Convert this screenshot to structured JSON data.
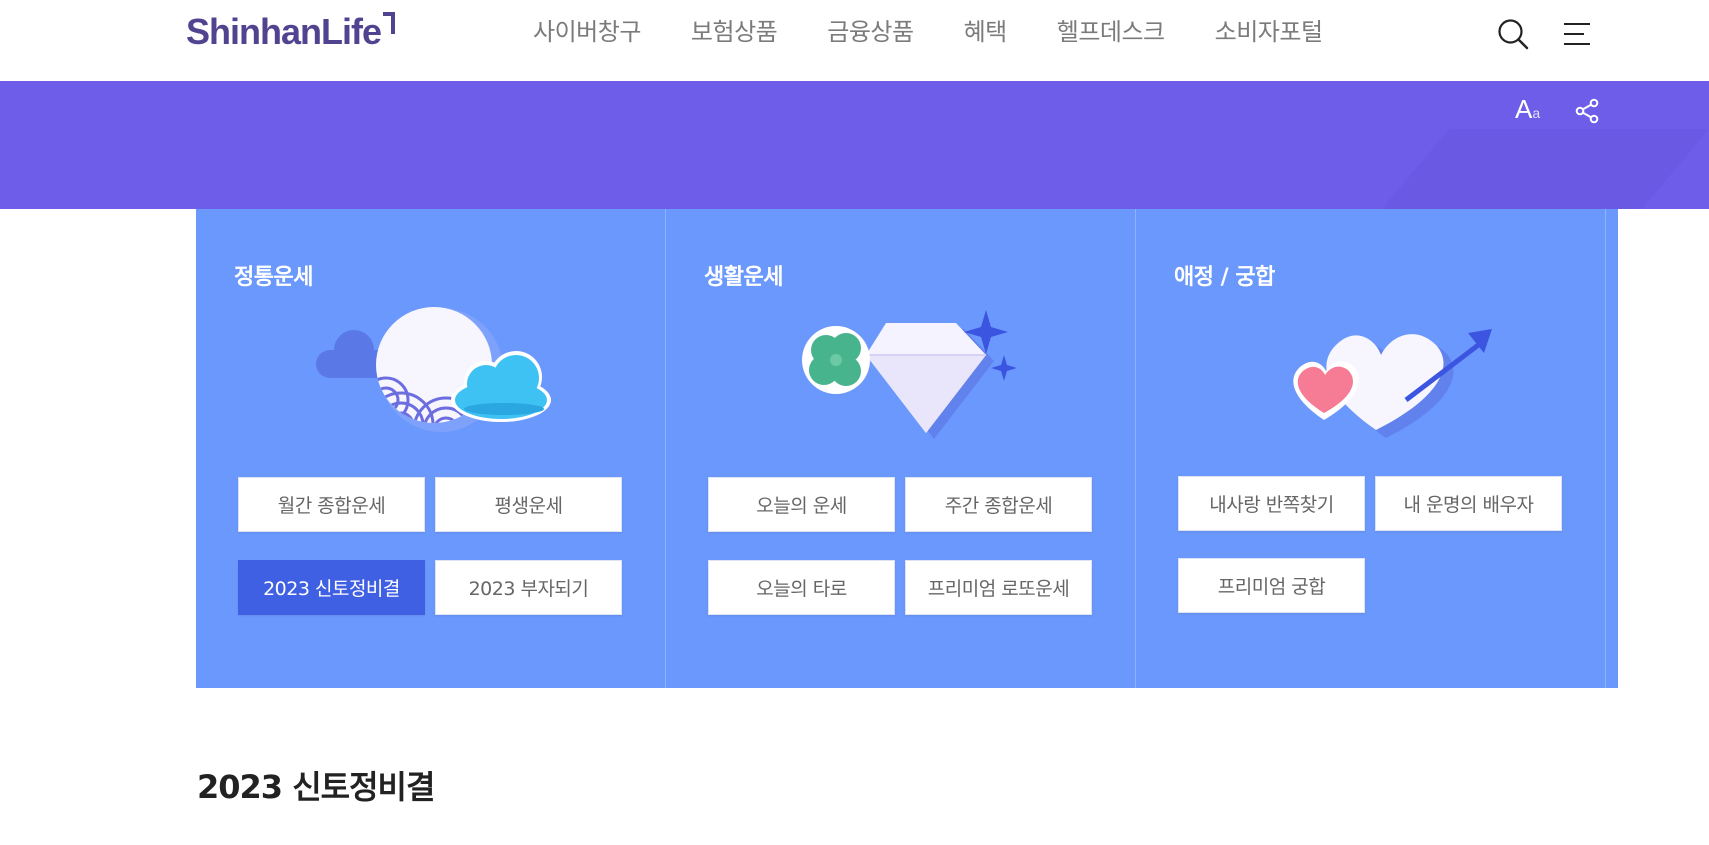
{
  "header": {
    "logo_text": "ShinhanLife",
    "nav": [
      "사이버창구",
      "보험상품",
      "금융상품",
      "혜택",
      "헬프데스크",
      "소비자포털"
    ],
    "search_icon": "search-icon",
    "menu_icon": "hamburger-menu-icon"
  },
  "banner": {
    "font_size_label": "A",
    "font_size_small": "a",
    "share_icon": "share-icon",
    "color": "#6e5de8"
  },
  "panel": {
    "color": "#6b98fc",
    "columns": [
      {
        "title": "정통운세",
        "illustration": "moon-cloud-icon",
        "buttons": [
          "월간 종합운세",
          "평생운세",
          "2023 신토정비결",
          "2023 부자되기"
        ],
        "active_index": 2
      },
      {
        "title": "생활운세",
        "illustration": "clover-diamond-icon",
        "buttons": [
          "오늘의 운세",
          "주간 종합운세",
          "오늘의 타로",
          "프리미엄 로또운세"
        ]
      },
      {
        "title": "애정 / 궁합",
        "illustration": "hearts-arrow-icon",
        "buttons": [
          "내사랑 반쪽찾기",
          "내 운명의 배우자",
          "프리미엄 궁합"
        ]
      }
    ]
  },
  "section": {
    "title": "2023 신토정비결"
  },
  "colors": {
    "brand": "#51438f",
    "active_button": "#4060e4"
  }
}
